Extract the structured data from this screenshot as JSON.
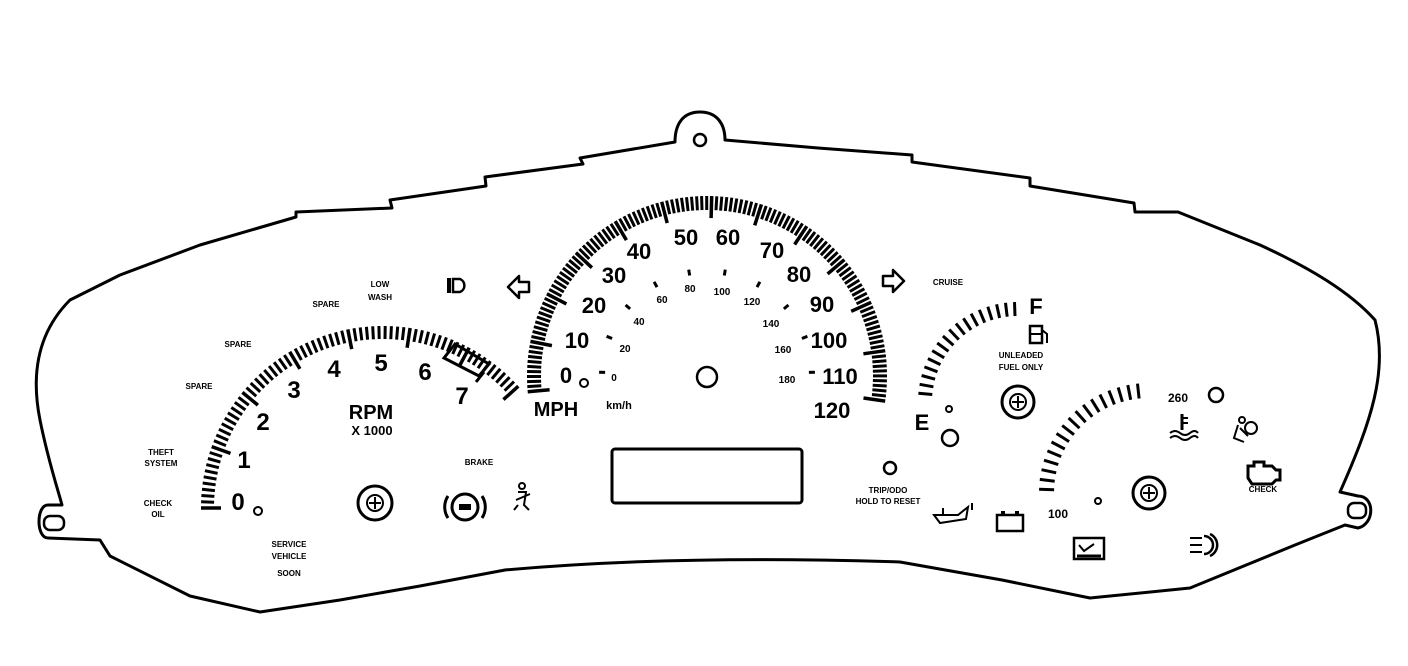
{
  "tachometer": {
    "labels": [
      "0",
      "1",
      "2",
      "3",
      "4",
      "5",
      "6",
      "7"
    ],
    "unit": "RPM",
    "multiplier": "X 1000"
  },
  "speedometer": {
    "mph_labels": [
      "0",
      "10",
      "20",
      "30",
      "40",
      "50",
      "60",
      "70",
      "80",
      "90",
      "100",
      "110",
      "120"
    ],
    "kmh_labels": [
      "0",
      "20",
      "40",
      "60",
      "80",
      "100",
      "120",
      "140",
      "160",
      "180"
    ],
    "unit_mph": "MPH",
    "unit_kmh": "km/h"
  },
  "fuel_gauge": {
    "full": "F",
    "empty": "E",
    "note_line1": "UNLEADED",
    "note_line2": "FUEL ONLY"
  },
  "temp_gauge": {
    "low": "100",
    "high": "260"
  },
  "indicators": {
    "theft_system": [
      "THEFT",
      "SYSTEM"
    ],
    "check_oil": [
      "CHECK",
      "OIL"
    ],
    "service_vehicle_soon": [
      "SERVICE",
      "VEHICLE",
      "SOON"
    ],
    "spare_1": "SPARE",
    "spare_2": "SPARE",
    "spare_3": "SPARE",
    "low_wash": [
      "LOW",
      "WASH"
    ],
    "brake": "BRAKE",
    "cruise": "CRUISE",
    "trip_odo": [
      "TRIP/ODO",
      "HOLD TO RESET"
    ],
    "check_engine": "CHECK"
  }
}
